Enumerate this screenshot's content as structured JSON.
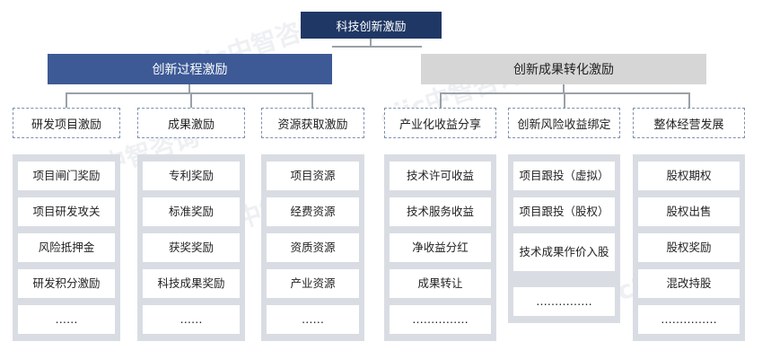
{
  "root": {
    "label": "科技创新激励"
  },
  "branches": [
    {
      "label": "创新过程激励"
    },
    {
      "label": "创新成果转化激励"
    }
  ],
  "categories": [
    {
      "label": "研发项目激励",
      "items": [
        "项目闸门奖励",
        "项目研发攻关",
        "风险抵押金",
        "研发积分激励",
        "……"
      ]
    },
    {
      "label": "成果激励",
      "items": [
        "专利奖励",
        "标准奖励",
        "获奖奖励",
        "科技成果奖励",
        "……"
      ]
    },
    {
      "label": "资源获取激励",
      "items": [
        "项目资源",
        "经费资源",
        "资质资源",
        "产业资源",
        "……"
      ]
    },
    {
      "label": "产业化收益分享",
      "items": [
        "技术许可收益",
        "技术服务收益",
        "净收益分红",
        "成果转让",
        "……………"
      ]
    },
    {
      "label": "创新风险收益绑定",
      "items": [
        "项目跟投（虚拟）",
        "项目跟投（股权）",
        "技术成果作价入股",
        "……………"
      ]
    },
    {
      "label": "整体经营发展",
      "items": [
        "股权期权",
        "股权出售",
        "股权奖励",
        "混改持股",
        "……………"
      ]
    }
  ],
  "watermark": {
    "text": "ciic中智咨询"
  },
  "colors": {
    "root_bg": "#1f3764",
    "left_branch_bg": "#3d5a96",
    "right_branch_bg": "#d6d6d6",
    "column_bg": "#d9dde3",
    "dashed_border": "#7c8fb0"
  }
}
